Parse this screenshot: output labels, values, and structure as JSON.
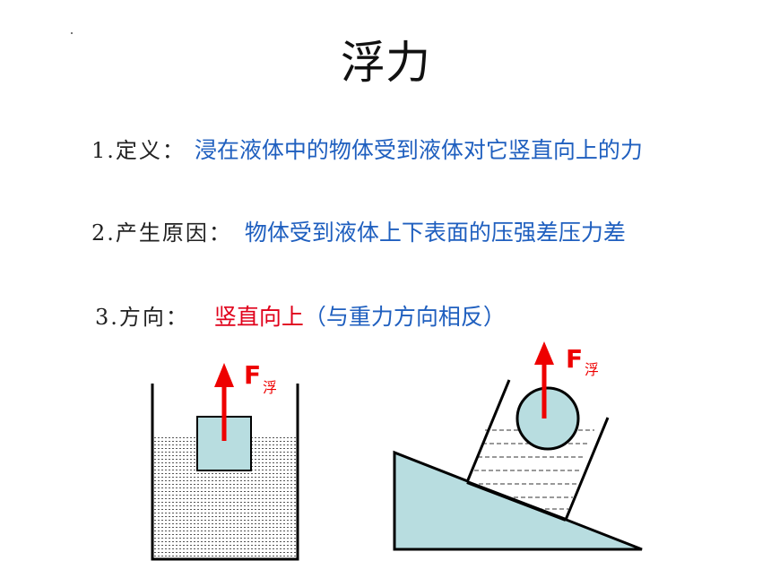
{
  "title": "浮力",
  "items": [
    {
      "label": "1.定义：",
      "value": "浸在液体中的物体受到液体对它竖直向上的力"
    },
    {
      "label": "2.产生原因：",
      "value": "物体受到液体上下表面的压强差压力差"
    },
    {
      "label": "3.方向：",
      "value_red": "竖直向上",
      "value_blue": "（与重力方向相反）"
    }
  ],
  "figures": {
    "force_symbol": "F",
    "force_subscript": "浮"
  },
  "colors": {
    "blue_text": "#1f5fbf",
    "red_text": "#e0001a",
    "object_fill": "#b8dde0",
    "arrow": "#ee0000"
  }
}
